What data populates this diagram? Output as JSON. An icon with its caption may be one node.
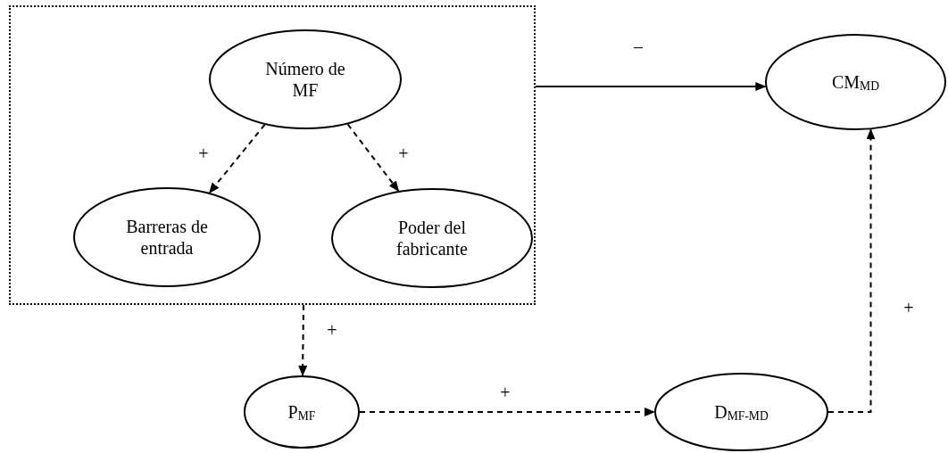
{
  "diagram": {
    "nodes": [
      {
        "text": [],
        "shape": "box"
      },
      {
        "text": [
          "Número de MF"
        ],
        "in": 0
      },
      {
        "text": [
          "Barreras de entrada"
        ],
        "in": 0
      },
      {
        "text": [
          "Poder del fabricante"
        ],
        "in": 0
      },
      {
        "text": [
          "CM$_{MD}$"
        ]
      },
      {
        "text": [
          "P$_{MF}$"
        ]
      },
      {
        "text": [
          "D$_{MF-MD}$"
        ]
      }
    ],
    "edges": [
      {
        "from": 1,
        "to": 2,
        "arrow": "to",
        "label": "+",
        "style": "dashed"
      },
      {
        "from": 1,
        "to": 3,
        "arrow": "to",
        "label": "+",
        "style": "dashed"
      },
      {
        "from": 0,
        "to": 4,
        "arrow": "to",
        "label": "–"
      },
      {
        "from": 0,
        "to": 5,
        "arrow": "to",
        "label": "+",
        "style": "dashed"
      },
      {
        "from": 5,
        "to": 6,
        "arrow": "to",
        "label": "+",
        "style": "dashed"
      },
      {
        "from": 6,
        "to": 4,
        "arrow": "to",
        "label": "+",
        "style": "dashed"
      }
    ]
  }
}
